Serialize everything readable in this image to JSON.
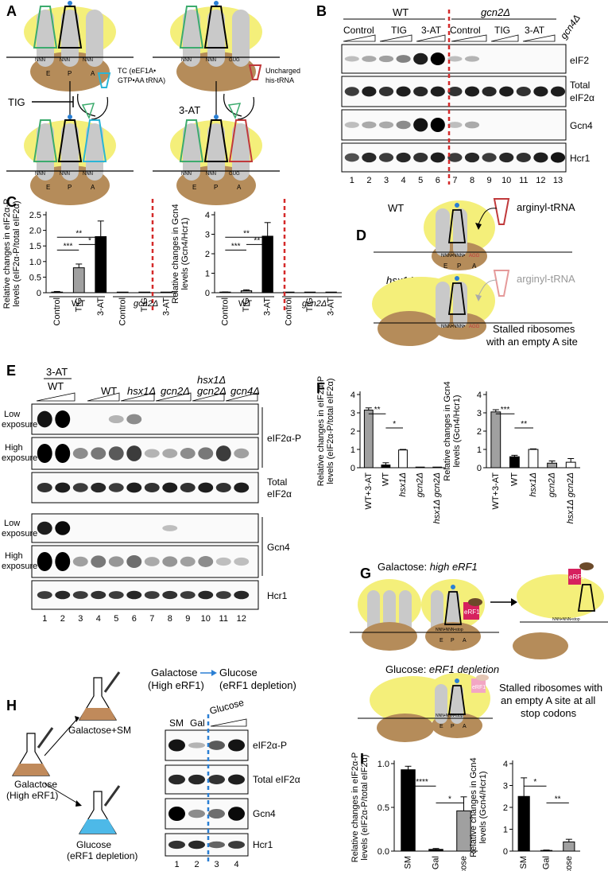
{
  "panels": [
    "A",
    "B",
    "C",
    "D",
    "E",
    "F",
    "G",
    "H",
    "I"
  ],
  "A": {
    "tc_line1": "TC (eEF1A•",
    "tc_line2": "GTP•AA tRNA)",
    "tig": "TIG",
    "uncharged_line1": "Uncharged",
    "uncharged_line2": "his-tRNA",
    "three_at": "3-AT",
    "codon_nnn": "NNN",
    "codon_gug": "GUG",
    "site_e": "E",
    "site_p": "P",
    "site_a": "A"
  },
  "B": {
    "wt": "WT",
    "gcn2": "gcn2Δ",
    "gcn4": "gcn4Δ",
    "groups": [
      "Control",
      "TIG",
      "3-AT",
      "Control",
      "TIG",
      "3-AT"
    ],
    "blots": [
      "eIF2",
      "Total",
      "eIF2α",
      "Gcn4",
      "Hcr1"
    ],
    "lanes": [
      "1",
      "2",
      "3",
      "4",
      "5",
      "6",
      "7",
      "8",
      "9",
      "10",
      "11",
      "12",
      "13"
    ]
  },
  "C": {
    "left_ylabel_1": "Relative changes in eIF2α-P",
    "left_ylabel_2": "levels (eIF2α-P/total eIF2α)",
    "right_ylabel_1": "Relative changes in Gcn4",
    "right_ylabel_2": "levels (Gcn4/Hcr1)",
    "cats": [
      "Control",
      "TIG",
      "3-AT",
      "Control",
      "TIG",
      "3-AT"
    ],
    "wt": "WT",
    "gcn2": "gcn2Δ",
    "sig_left": [
      "***",
      "**",
      "*"
    ],
    "sig_right": [
      "***",
      "**",
      "**"
    ]
  },
  "D": {
    "wt": "WT",
    "arginyl": "arginyl-tRNA",
    "hsx1": "hsx1Δ",
    "stalled_1": "Stalled ribosomes",
    "stalled_2": "with an empty A site",
    "codon_agg": "AGG"
  },
  "E": {
    "three_at": "3-AT",
    "wt": "WT",
    "strains": [
      "WT",
      "hsx1Δ",
      "gcn2Δ",
      "hsx1Δ",
      "gcn2Δ",
      "gcn4Δ"
    ],
    "low": [
      "Low",
      "exposure"
    ],
    "high": [
      "High",
      "exposure"
    ],
    "blots": [
      "eIF2α-P",
      "Total",
      "eIF2α",
      "Gcn4",
      "Hcr1"
    ],
    "lanes": [
      "1",
      "2",
      "3",
      "4",
      "5",
      "6",
      "7",
      "8",
      "9",
      "10",
      "11",
      "12"
    ]
  },
  "F": {
    "left_ylabel_1": "Relative changes in eIF2α-P",
    "left_ylabel_2": "levels (eIF2α-P/total eIF2α)",
    "right_ylabel_1": "Relative changes in Gcn4",
    "right_ylabel_2": "levels (Gcn4/Hcr1)",
    "cats": [
      "WT+3-AT",
      "WT",
      "hsx1Δ",
      "gcn2Δ",
      "hsx1Δ gcn2Δ"
    ],
    "sig_left": [
      "**",
      "*"
    ],
    "sig_right": [
      "***",
      "**"
    ]
  },
  "G": {
    "galactose": "Galactose: ",
    "high_erf1": "high eRF1",
    "glucose": "Glucose: ",
    "erf1_depletion": "eRF1 depletion",
    "erf1": "eRF1",
    "stop_seq": "NNN•NNN•stop",
    "stalled_1": "Stalled ribosomes with",
    "stalled_2": "an empty A site at all",
    "stalled_3": "stop codons"
  },
  "H": {
    "galactose_top": "Galactose",
    "high_erf1_top": "(High eRF1)",
    "glucose_top": "Glucose",
    "depletion_top": "(eRF1 depletion)",
    "flask_sm": "Galactose+SM",
    "flask_start_1": "Galactose",
    "flask_start_2": "(High eRF1)",
    "flask_glu_1": "Glucose",
    "flask_glu_2": "(eRF1 depletion)",
    "lane_hdr": [
      "SM",
      "Gal",
      "Glucose"
    ],
    "blots": [
      "eIF2α-P",
      "Total eIF2α",
      "Gcn4",
      "Hcr1"
    ],
    "lanes": [
      "1",
      "2",
      "3",
      "4"
    ]
  },
  "I": {
    "left_ylabel_1": "Relative changes in eIF2α-P",
    "left_ylabel_2": "levels (eIF2α-P/total eIF2α)",
    "right_ylabel_1": "Relative changes in Gcn4",
    "right_ylabel_2": "levels (Gcn4/Hcr1)",
    "cats": [
      "SM",
      "Gal",
      "Glucose"
    ],
    "sig_left": [
      "****",
      "*"
    ],
    "sig_right": [
      "*",
      "**"
    ]
  },
  "chart_data": [
    {
      "type": "bar",
      "panel": "C-left",
      "categories": [
        "Control",
        "TIG",
        "3-AT",
        "Control",
        "TIG",
        "3-AT"
      ],
      "values": [
        0.02,
        0.8,
        1.8,
        0,
        0,
        0
      ],
      "errors": [
        0.02,
        0.12,
        0.5,
        0,
        0,
        0
      ],
      "ylim": [
        0,
        2.5
      ],
      "yticks": [
        0,
        0.5,
        1.0,
        1.5,
        2.0,
        2.5
      ],
      "yticklabels": [
        "0",
        "0.5",
        "1.0",
        "1.5",
        "2.0",
        "2.5"
      ],
      "colors": [
        "#ffffff",
        "#a0a0a0",
        "#000000",
        "#ffffff",
        "#ffffff",
        "#ffffff"
      ]
    },
    {
      "type": "bar",
      "panel": "C-right",
      "categories": [
        "Control",
        "TIG",
        "3-AT",
        "Control",
        "TIG",
        "3-AT"
      ],
      "values": [
        0.02,
        0.1,
        2.9,
        0,
        0,
        0
      ],
      "errors": [
        0.02,
        0.05,
        0.7,
        0,
        0,
        0
      ],
      "ylim": [
        0,
        4
      ],
      "yticks": [
        0,
        1,
        2,
        3,
        4
      ],
      "yticklabels": [
        "0",
        "1",
        "2",
        "3",
        "4"
      ],
      "colors": [
        "#ffffff",
        "#a0a0a0",
        "#000000",
        "#ffffff",
        "#ffffff",
        "#ffffff"
      ]
    },
    {
      "type": "bar",
      "panel": "F-left",
      "categories": [
        "WT+3-AT",
        "WT",
        "hsx1Δ",
        "gcn2Δ",
        "hsx1Δ gcn2Δ"
      ],
      "values": [
        3.15,
        0.15,
        0.97,
        0.02,
        0.02
      ],
      "errors": [
        0.12,
        0.12,
        0.03,
        0,
        0
      ],
      "ylim": [
        0,
        4
      ],
      "yticks": [
        0,
        1,
        2,
        3,
        4
      ],
      "yticklabels": [
        "0",
        "1",
        "2",
        "3",
        "4"
      ],
      "colors": [
        "#a0a0a0",
        "#000000",
        "#ffffff",
        "#ffffff",
        "#ffffff"
      ]
    },
    {
      "type": "bar",
      "panel": "F-right",
      "categories": [
        "WT+3-AT",
        "WT",
        "hsx1Δ",
        "gcn2Δ",
        "hsx1Δ gcn2Δ"
      ],
      "values": [
        3.05,
        0.6,
        1.0,
        0.25,
        0.3
      ],
      "errors": [
        0.12,
        0.08,
        0.03,
        0.12,
        0.2
      ],
      "ylim": [
        0,
        4
      ],
      "yticks": [
        0,
        1,
        2,
        3,
        4
      ],
      "yticklabels": [
        "0",
        "1",
        "2",
        "3",
        "4"
      ],
      "colors": [
        "#a0a0a0",
        "#000000",
        "#ffffff",
        "#a0a0a0",
        "#ffffff"
      ]
    },
    {
      "type": "bar",
      "panel": "I-left",
      "categories": [
        "SM",
        "Gal",
        "Glucose"
      ],
      "values": [
        0.93,
        0.02,
        0.46
      ],
      "errors": [
        0.04,
        0.01,
        0.16
      ],
      "ylim": [
        0,
        1.0
      ],
      "yticks": [
        0,
        0.5,
        1.0
      ],
      "yticklabels": [
        "0.0",
        "0.5",
        "1.0"
      ],
      "colors": [
        "#000000",
        "#000000",
        "#a0a0a0"
      ]
    },
    {
      "type": "bar",
      "panel": "I-right",
      "categories": [
        "SM",
        "Gal",
        "Glucose"
      ],
      "values": [
        2.5,
        0.03,
        0.42
      ],
      "errors": [
        0.85,
        0.02,
        0.12
      ],
      "ylim": [
        0,
        4
      ],
      "yticks": [
        0,
        1,
        2,
        3,
        4
      ],
      "yticklabels": [
        "0",
        "1",
        "2",
        "3",
        "4"
      ],
      "colors": [
        "#000000",
        "#000000",
        "#a0a0a0"
      ]
    }
  ]
}
